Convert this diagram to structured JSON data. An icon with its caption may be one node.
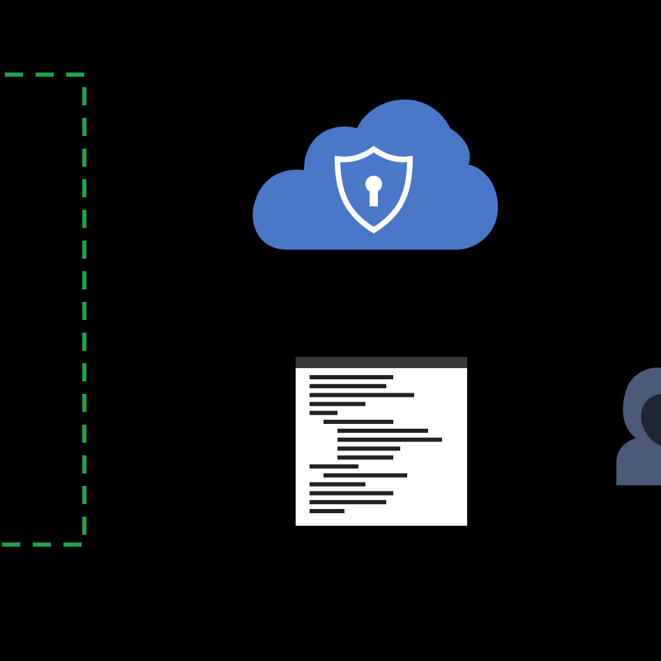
{
  "diagram": {
    "nodes": [
      {
        "text": [],
        "shape": "box"
      },
      {
        "text": [],
        "shape": "cloud"
      },
      {
        "text": [],
        "shape": "document"
      },
      {
        "text": [],
        "shape": "person"
      }
    ]
  }
}
